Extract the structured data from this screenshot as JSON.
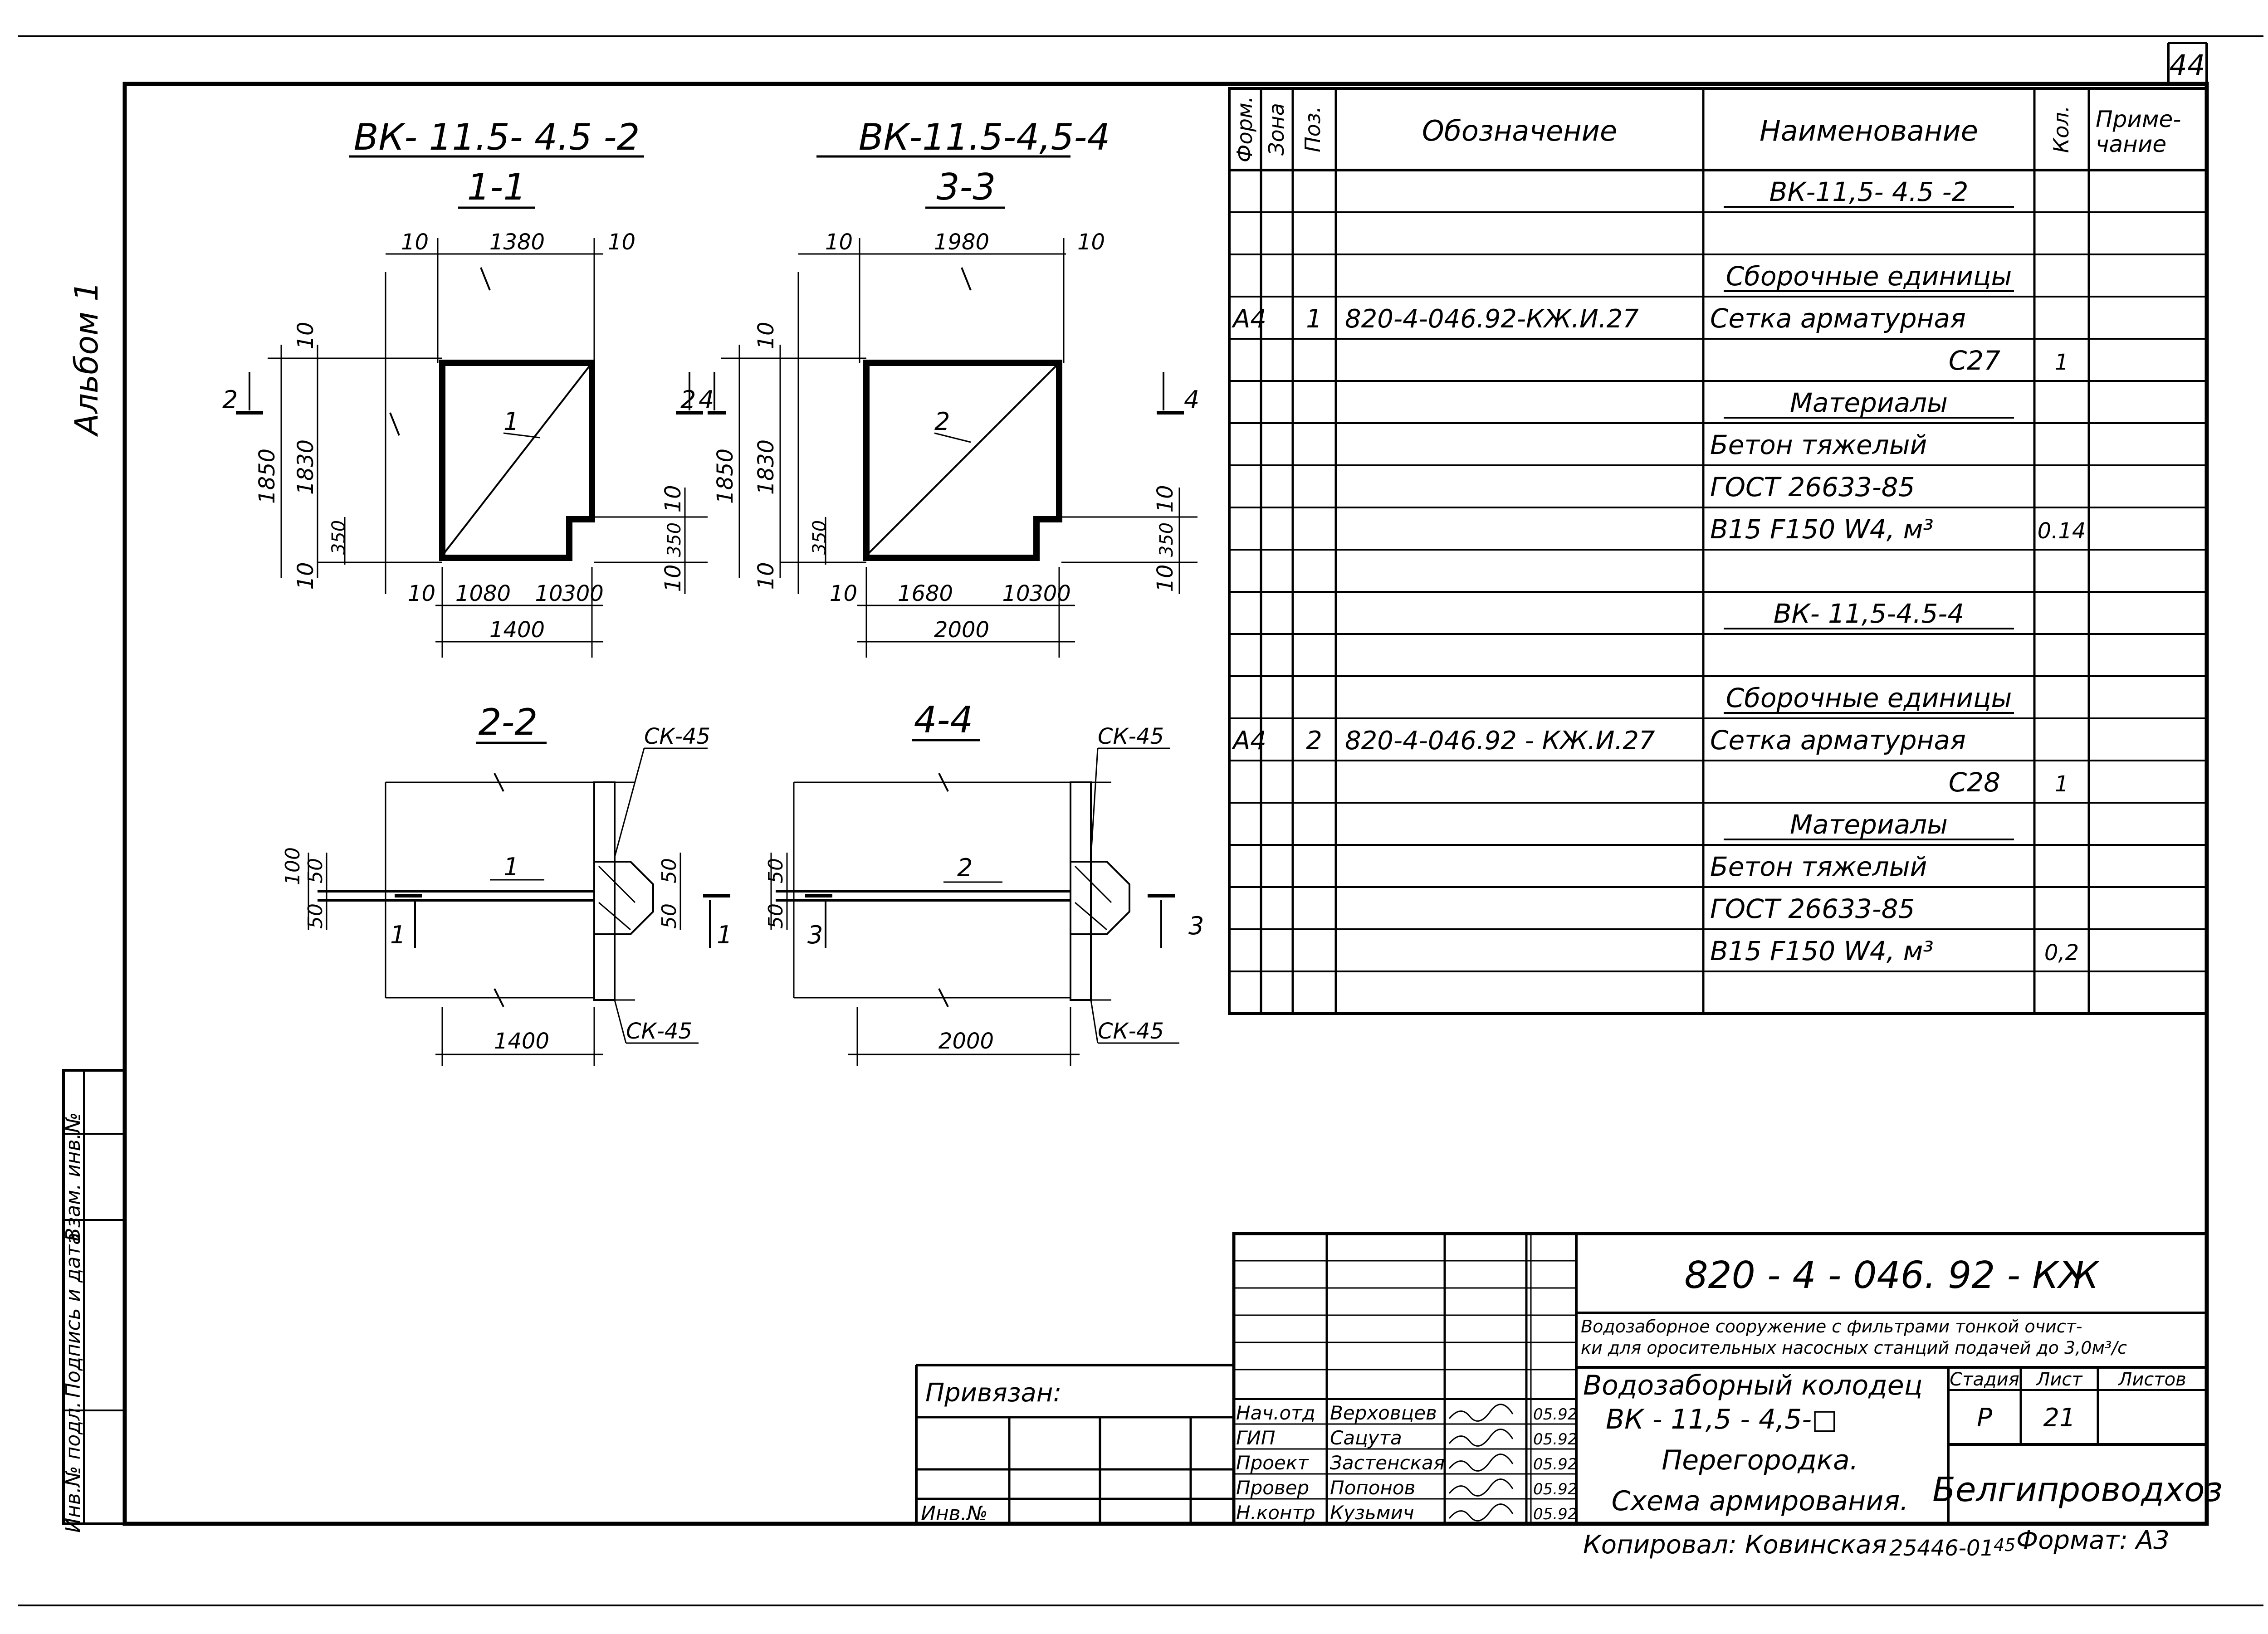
{
  "page_number": "44",
  "album_label": "Альбом 1",
  "side_stamp": {
    "col1": "Инв.№ подл.",
    "col2": "Подпись и дата",
    "col3": "Взам. инв.№"
  },
  "drawings": {
    "left_title": "ВК- 11.5- 4.5 -2",
    "right_title": "ВК-11.5-4,5-4",
    "section_1_1": "1-1",
    "section_3_3": "3-3",
    "section_2_2": "2-2",
    "section_4_4": "4-4",
    "s11_dims": [
      "10",
      "1380",
      "10",
      "10",
      "1850",
      "1830",
      "350",
      "10",
      "10",
      "1080",
      "10",
      "300",
      "1400",
      "10",
      "350",
      "10"
    ],
    "s33_dims": [
      "10",
      "1980",
      "10",
      "10",
      "1850",
      "1830",
      "350",
      "10",
      "10",
      "1680",
      "10",
      "300",
      "2000",
      "10",
      "350",
      "10"
    ],
    "s11_pos": "1",
    "s33_pos": "2",
    "s11_cut_left": "2",
    "s11_cut_right": "2",
    "s33_cut_left": "4",
    "s33_cut_right": "4",
    "s22_dims": [
      "100",
      "50",
      "50",
      "50",
      "50",
      "1400"
    ],
    "s44_dims": [
      "50",
      "50",
      "2000"
    ],
    "s22_pos": "1",
    "s44_pos": "2",
    "s22_cut_left": "1",
    "s22_cut_right": "1",
    "s44_cut_left": "3",
    "s44_cut_right": "3",
    "ck_label": "СК-45"
  },
  "spec_table": {
    "headers": [
      "Форм.",
      "Зона",
      "Поз.",
      "Обозначение",
      "Наименование",
      "Кол.",
      "Приме-\nчание"
    ],
    "rows": [
      {
        "f": "",
        "z": "",
        "p": "",
        "oboz": "",
        "name": "ВК-11,5- 4.5 -2",
        "qty": "",
        "note": "",
        "style": "center-underline"
      },
      {
        "f": "",
        "z": "",
        "p": "",
        "oboz": "",
        "name": "",
        "qty": "",
        "note": "",
        "style": ""
      },
      {
        "f": "",
        "z": "",
        "p": "",
        "oboz": "",
        "name": "Сборочные единицы",
        "qty": "",
        "note": "",
        "style": "center-underline"
      },
      {
        "f": "А4",
        "z": "",
        "p": "1",
        "oboz": "820-4-046.92-КЖ.И.27",
        "name": "Сетка арматурная",
        "qty": "",
        "note": "",
        "style": ""
      },
      {
        "f": "",
        "z": "",
        "p": "",
        "oboz": "",
        "name": "С27",
        "qty": "1",
        "note": "",
        "style": "right"
      },
      {
        "f": "",
        "z": "",
        "p": "",
        "oboz": "",
        "name": "Материалы",
        "qty": "",
        "note": "",
        "style": "center-underline"
      },
      {
        "f": "",
        "z": "",
        "p": "",
        "oboz": "",
        "name": "Бетон тяжелый",
        "qty": "",
        "note": "",
        "style": ""
      },
      {
        "f": "",
        "z": "",
        "p": "",
        "oboz": "",
        "name": "ГОСТ 26633-85",
        "qty": "",
        "note": "",
        "style": ""
      },
      {
        "f": "",
        "z": "",
        "p": "",
        "oboz": "",
        "name": "В15 F150 W4,    м³",
        "qty": "0.14",
        "note": "",
        "style": ""
      },
      {
        "f": "",
        "z": "",
        "p": "",
        "oboz": "",
        "name": "",
        "qty": "",
        "note": "",
        "style": ""
      },
      {
        "f": "",
        "z": "",
        "p": "",
        "oboz": "",
        "name": "ВК- 11,5-4.5-4",
        "qty": "",
        "note": "",
        "style": "center-underline"
      },
      {
        "f": "",
        "z": "",
        "p": "",
        "oboz": "",
        "name": "",
        "qty": "",
        "note": "",
        "style": ""
      },
      {
        "f": "",
        "z": "",
        "p": "",
        "oboz": "",
        "name": "Сборочные единицы",
        "qty": "",
        "note": "",
        "style": "center-underline"
      },
      {
        "f": "А4",
        "z": "",
        "p": "2",
        "oboz": "820-4-046.92 - КЖ.И.27",
        "name": "Сетка арматурная",
        "qty": "",
        "note": "",
        "style": ""
      },
      {
        "f": "",
        "z": "",
        "p": "",
        "oboz": "",
        "name": "С28",
        "qty": "1",
        "note": "",
        "style": "right"
      },
      {
        "f": "",
        "z": "",
        "p": "",
        "oboz": "",
        "name": "Материалы",
        "qty": "",
        "note": "",
        "style": "center-underline"
      },
      {
        "f": "",
        "z": "",
        "p": "",
        "oboz": "",
        "name": "Бетон тяжелый",
        "qty": "",
        "note": "",
        "style": ""
      },
      {
        "f": "",
        "z": "",
        "p": "",
        "oboz": "",
        "name": "ГОСТ 26633-85",
        "qty": "",
        "note": "",
        "style": ""
      },
      {
        "f": "",
        "z": "",
        "p": "",
        "oboz": "",
        "name": "В15 F150  W4,    м³",
        "qty": "0,2",
        "note": "",
        "style": ""
      },
      {
        "f": "",
        "z": "",
        "p": "",
        "oboz": "",
        "name": "",
        "qty": "",
        "note": "",
        "style": ""
      }
    ]
  },
  "title_block": {
    "doc_code": "820 - 4 - 046. 92 - КЖ",
    "project_title_1": "Водозаборное сооружение с фильтрами тонкой очист-",
    "project_title_2": "ки для оросительных насосных станций подачей до 3,0м³/с",
    "sheet_title_1": "Водозаборный колодец",
    "sheet_title_2": "ВК - 11,5 - 4,5-□",
    "sheet_title_3": "Перегородка.",
    "sheet_title_4": "Схема армирования.",
    "stage_label": "Стадия",
    "sheet_label": "Лист",
    "sheets_label": "Листов",
    "stage_value": "Р",
    "sheet_value": "21",
    "sheets_value": "",
    "org": "Белгипроводхоз",
    "binding_label": "Привязан:",
    "inv_label": "Инв.№",
    "staff": [
      {
        "role": "Нач.отд",
        "name": "Верховцев",
        "date": "05.92"
      },
      {
        "role": "ГИП",
        "name": "Сацута",
        "date": "05.92"
      },
      {
        "role": "Проект",
        "name": "Застенская",
        "date": "05.92"
      },
      {
        "role": "Провер",
        "name": "Попонов",
        "date": "05.92"
      },
      {
        "role": "Н.контр",
        "name": "Кузьмич",
        "date": "05.92"
      }
    ]
  },
  "footer": {
    "copied": "Копировал: Ковинская",
    "copy_no": "25446-01",
    "small": "45",
    "format": "Формат: А3"
  }
}
